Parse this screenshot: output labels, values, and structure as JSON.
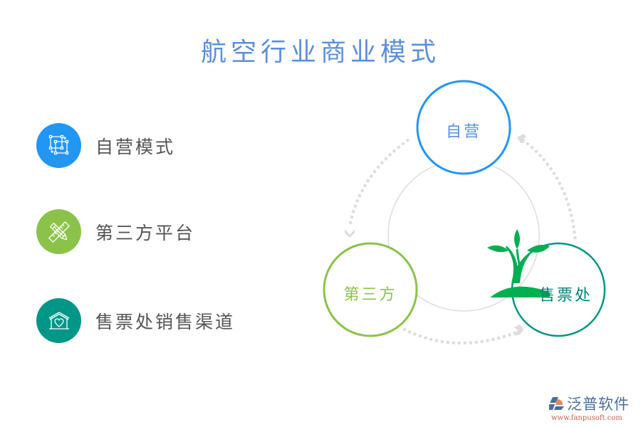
{
  "title": "航空行业商业模式",
  "colors": {
    "title": "#5b8fdc",
    "blue": "#2196f3",
    "green": "#8bc34a",
    "teal": "#009688",
    "sprout": "#00b050",
    "arrow": "#dddddd",
    "inner_ring": "#dddddd",
    "label_text": "#555555"
  },
  "list": {
    "items": [
      {
        "label": "自营模式",
        "icon": "selection-squares-icon",
        "color": "#2196f3"
      },
      {
        "label": "第三方平台",
        "icon": "pencil-ruler-icon",
        "color": "#8bc34a"
      },
      {
        "label": "售票处销售渠道",
        "icon": "house-heart-icon",
        "color": "#009688"
      }
    ]
  },
  "diagram": {
    "nodes": [
      {
        "label": "自营",
        "color": "#2196f3",
        "text_color": "#5b8fdc"
      },
      {
        "label": "第三方",
        "color": "#8bc34a",
        "text_color": "#8bc34a"
      },
      {
        "label": "售票处",
        "color": "#009688",
        "text_color": "#008578",
        "decoration": "sprout-icon"
      }
    ],
    "cycle_direction": "clockwise-arrows"
  },
  "logo": {
    "name": "泛普软件",
    "url": "www.fanpusoft.com"
  }
}
